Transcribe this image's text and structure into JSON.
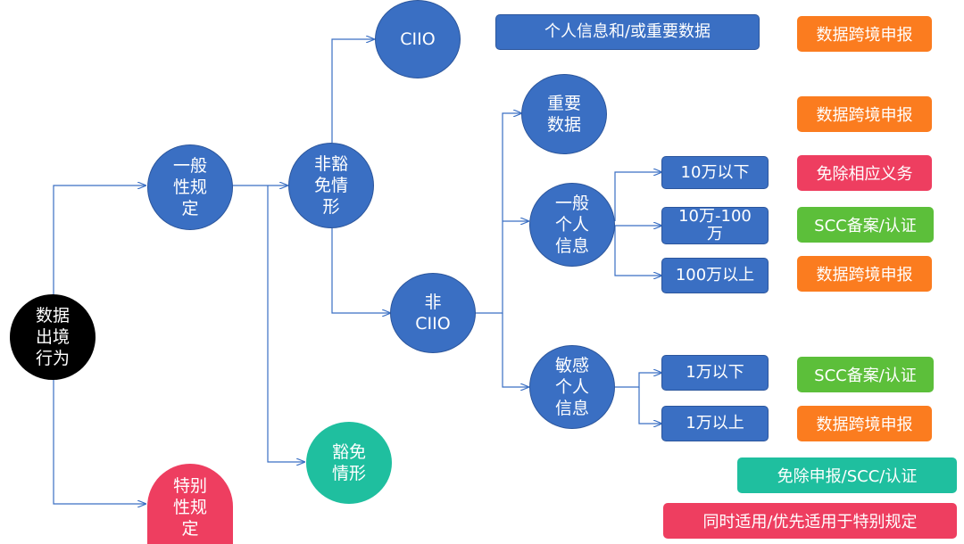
{
  "nodes": {
    "root": "数据\n出境\n行为",
    "general": "一般\n性规\n定",
    "special": "特别\n性规\n定",
    "non_exempt": "非豁\n免情\n形",
    "exempt": "豁免\n情形",
    "ciio": "CIIO",
    "non_ciio": "非\nCIIO",
    "important_data": "重要\n数据",
    "general_pi": "一般\n个人\n信息",
    "sensitive_pi": "敏感\n个人\n信息",
    "under_100k": "10万以下",
    "100k_1m": "10万-100\n万",
    "over_1m": "100万以上",
    "under_10k": "1万以下",
    "over_10k": "1万以上"
  },
  "labels": {
    "ciio_scope": "个人信息和/或重要数据",
    "ciio_result": "数据跨境申报",
    "important_data_result": "数据跨境申报",
    "under_100k_result": "免除相应义务",
    "100k_1m_result": "SCC备案/认证",
    "over_1m_result": "数据跨境申报",
    "under_10k_result": "SCC备案/认证",
    "over_10k_result": "数据跨境申报",
    "exempt_result": "免除申报/SCC/认证",
    "special_result": "同时适用/优先适用于特别规定"
  },
  "colors": {
    "blue": "#3a6fc3",
    "orange": "#fb7c1f",
    "red": "#ee3e60",
    "green": "#5cbf3a",
    "teal": "#1fbf9f",
    "connector": "#3a6fc3"
  }
}
